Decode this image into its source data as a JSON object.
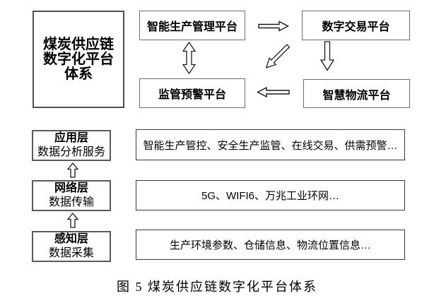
{
  "figure": {
    "title_box": "煤炭供应链\n数字化平台\n体系",
    "platforms": {
      "production": "智能生产管理平台",
      "trading": "数字交易平台",
      "supervision": "监管预警平台",
      "logistics": "智慧物流平台"
    },
    "layers": [
      {
        "name": "应用层",
        "desc": "数据分析服务",
        "detail": "智能生产管控、安全生产监管、在线交易、供需预警…"
      },
      {
        "name": "网络层",
        "desc": "数据传输",
        "detail": "5G、WIFI6、万兆工业环网…"
      },
      {
        "name": "感知层",
        "desc": "数据采集",
        "detail": "生产环境参数、仓储信息、物流位置信息…"
      }
    ],
    "caption": "图 5 煤炭供应链数字化平台体系",
    "colors": {
      "background": "#ffffff",
      "box_border": "#6e6e6e",
      "arrow_stroke": "#1a1a1a",
      "text": "#000000"
    },
    "icons": {
      "flow_right": "arrow-right-icon",
      "flow_down": "arrow-down-icon",
      "flow_left": "arrow-left-icon",
      "flow_both_vertical": "arrow-double-vertical-icon",
      "flow_diagonal": "arrow-diagonal-down-left-icon",
      "layer_up": "arrow-up-icon"
    }
  }
}
